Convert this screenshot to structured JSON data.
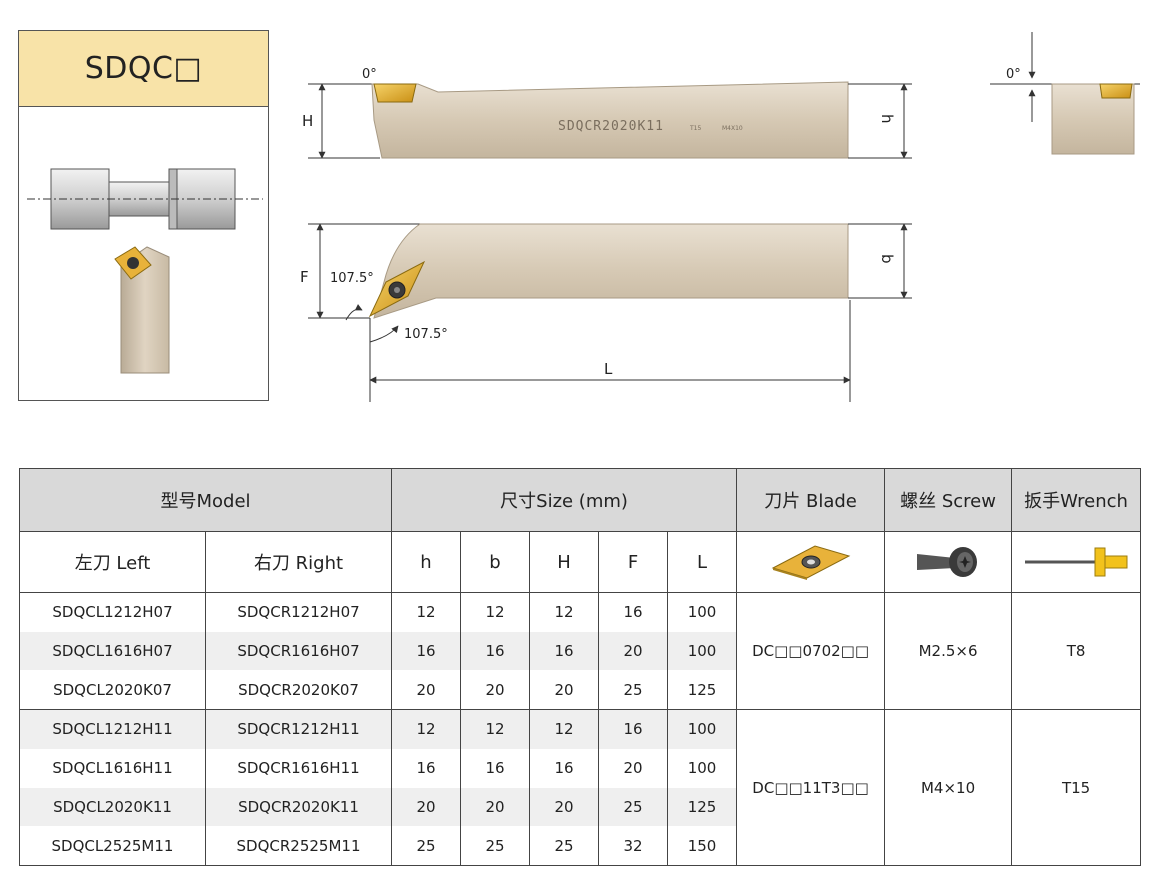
{
  "card": {
    "title": "SDQC□"
  },
  "drawing": {
    "angle_top_left": "0°",
    "angle_top_right": "0°",
    "label_H": "H",
    "label_h": "h",
    "label_F": "F",
    "label_b": "b",
    "label_L": "L",
    "angle_1": "107.5°",
    "angle_2": "107.5°",
    "engraving": "SDQCR2020K11",
    "engraving_small": "T15",
    "engraving_small2": "M4X10"
  },
  "table": {
    "headers": {
      "model": "型号Model",
      "size": "尺寸Size (mm)",
      "blade": "刀片 Blade",
      "screw": "螺丝 Screw",
      "wrench": "扳手Wrench",
      "left": "左刀 Left",
      "right": "右刀 Right",
      "h": "h",
      "b": "b",
      "H": "H",
      "F": "F",
      "L": "L"
    },
    "rows": [
      [
        "SDQCL1212H07",
        "SDQCR1212H07",
        "12",
        "12",
        "12",
        "16",
        "100"
      ],
      [
        "SDQCL1616H07",
        "SDQCR1616H07",
        "16",
        "16",
        "16",
        "20",
        "100"
      ],
      [
        "SDQCL2020K07",
        "SDQCR2020K07",
        "20",
        "20",
        "20",
        "25",
        "125"
      ],
      [
        "SDQCL1212H11",
        "SDQCR1212H11",
        "12",
        "12",
        "12",
        "16",
        "100"
      ],
      [
        "SDQCL1616H11",
        "SDQCR1616H11",
        "16",
        "16",
        "16",
        "20",
        "100"
      ],
      [
        "SDQCL2020K11",
        "SDQCR2020K11",
        "20",
        "20",
        "20",
        "25",
        "125"
      ],
      [
        "SDQCL2525M11",
        "SDQCR2525M11",
        "25",
        "25",
        "25",
        "32",
        "150"
      ]
    ],
    "groups": [
      {
        "blade": "DC□□0702□□",
        "screw": "M2.5×6",
        "wrench": "T8"
      },
      {
        "blade": "DC□□11T3□□",
        "screw": "M4×10",
        "wrench": "T15"
      }
    ]
  },
  "colors": {
    "title_bg": "#f8e3a8",
    "header_bg": "#d9d9d9",
    "stripe": "#efefef",
    "insert_gold": "#e8b23a",
    "holder": "#d8cab4"
  },
  "icons": [
    "insert-diamond-icon",
    "torx-screw-icon",
    "torx-wrench-icon"
  ]
}
